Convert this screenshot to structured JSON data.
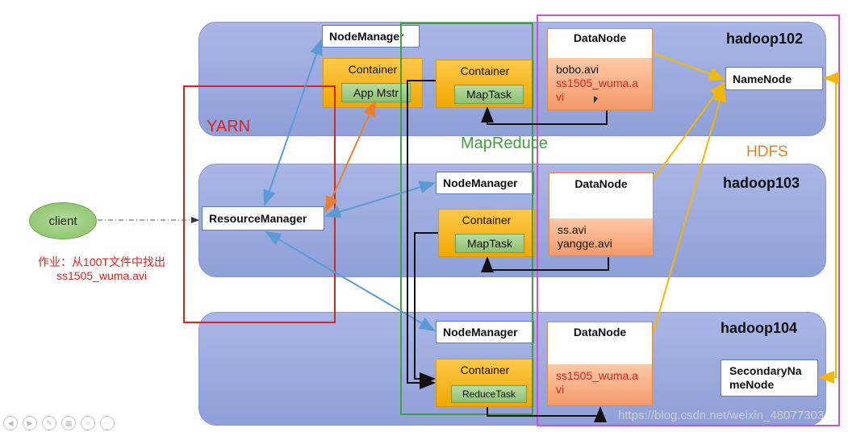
{
  "hosts": {
    "h102": "hadoop102",
    "h103": "hadoop103",
    "h104": "hadoop104"
  },
  "yarn_label": "YARN",
  "mapreduce_label": "MapReduce",
  "hdfs_label": "HDFS",
  "client_label": "client",
  "homework": {
    "line1": "作业：从100T文件中找出",
    "line2": "ss1505_wuma.avi"
  },
  "resource_manager": "ResourceManager",
  "node_manager": "NodeManager",
  "container": "Container",
  "app_master": "App Mstr",
  "map_task": "MapTask",
  "reduce_task": "ReduceTask",
  "data_node": "DataNode",
  "name_node": "NameNode",
  "secondary_name_node": {
    "line1": "SecondaryNa",
    "line2": "meNode"
  },
  "datanode_files": {
    "h102": [
      "bobo.avi",
      "ss1505_wuma.a",
      "vi"
    ],
    "h103": [
      "ss.avi",
      "yangge.avi"
    ],
    "h104": [
      "ss1505_wuma.a",
      "vi"
    ]
  },
  "watermark": "https://blog.csdn.net/weixin_48077303",
  "colors": {
    "yarn": "#e0201b",
    "mapreduce": "#3fa23a",
    "hdfs": "#ee7f1a",
    "hdfs_frame": "#d24fd8",
    "blue_arrow": "#5b9bd5",
    "orange_arrow": "#ed7d31",
    "yellow_arrow": "#f5b800"
  }
}
